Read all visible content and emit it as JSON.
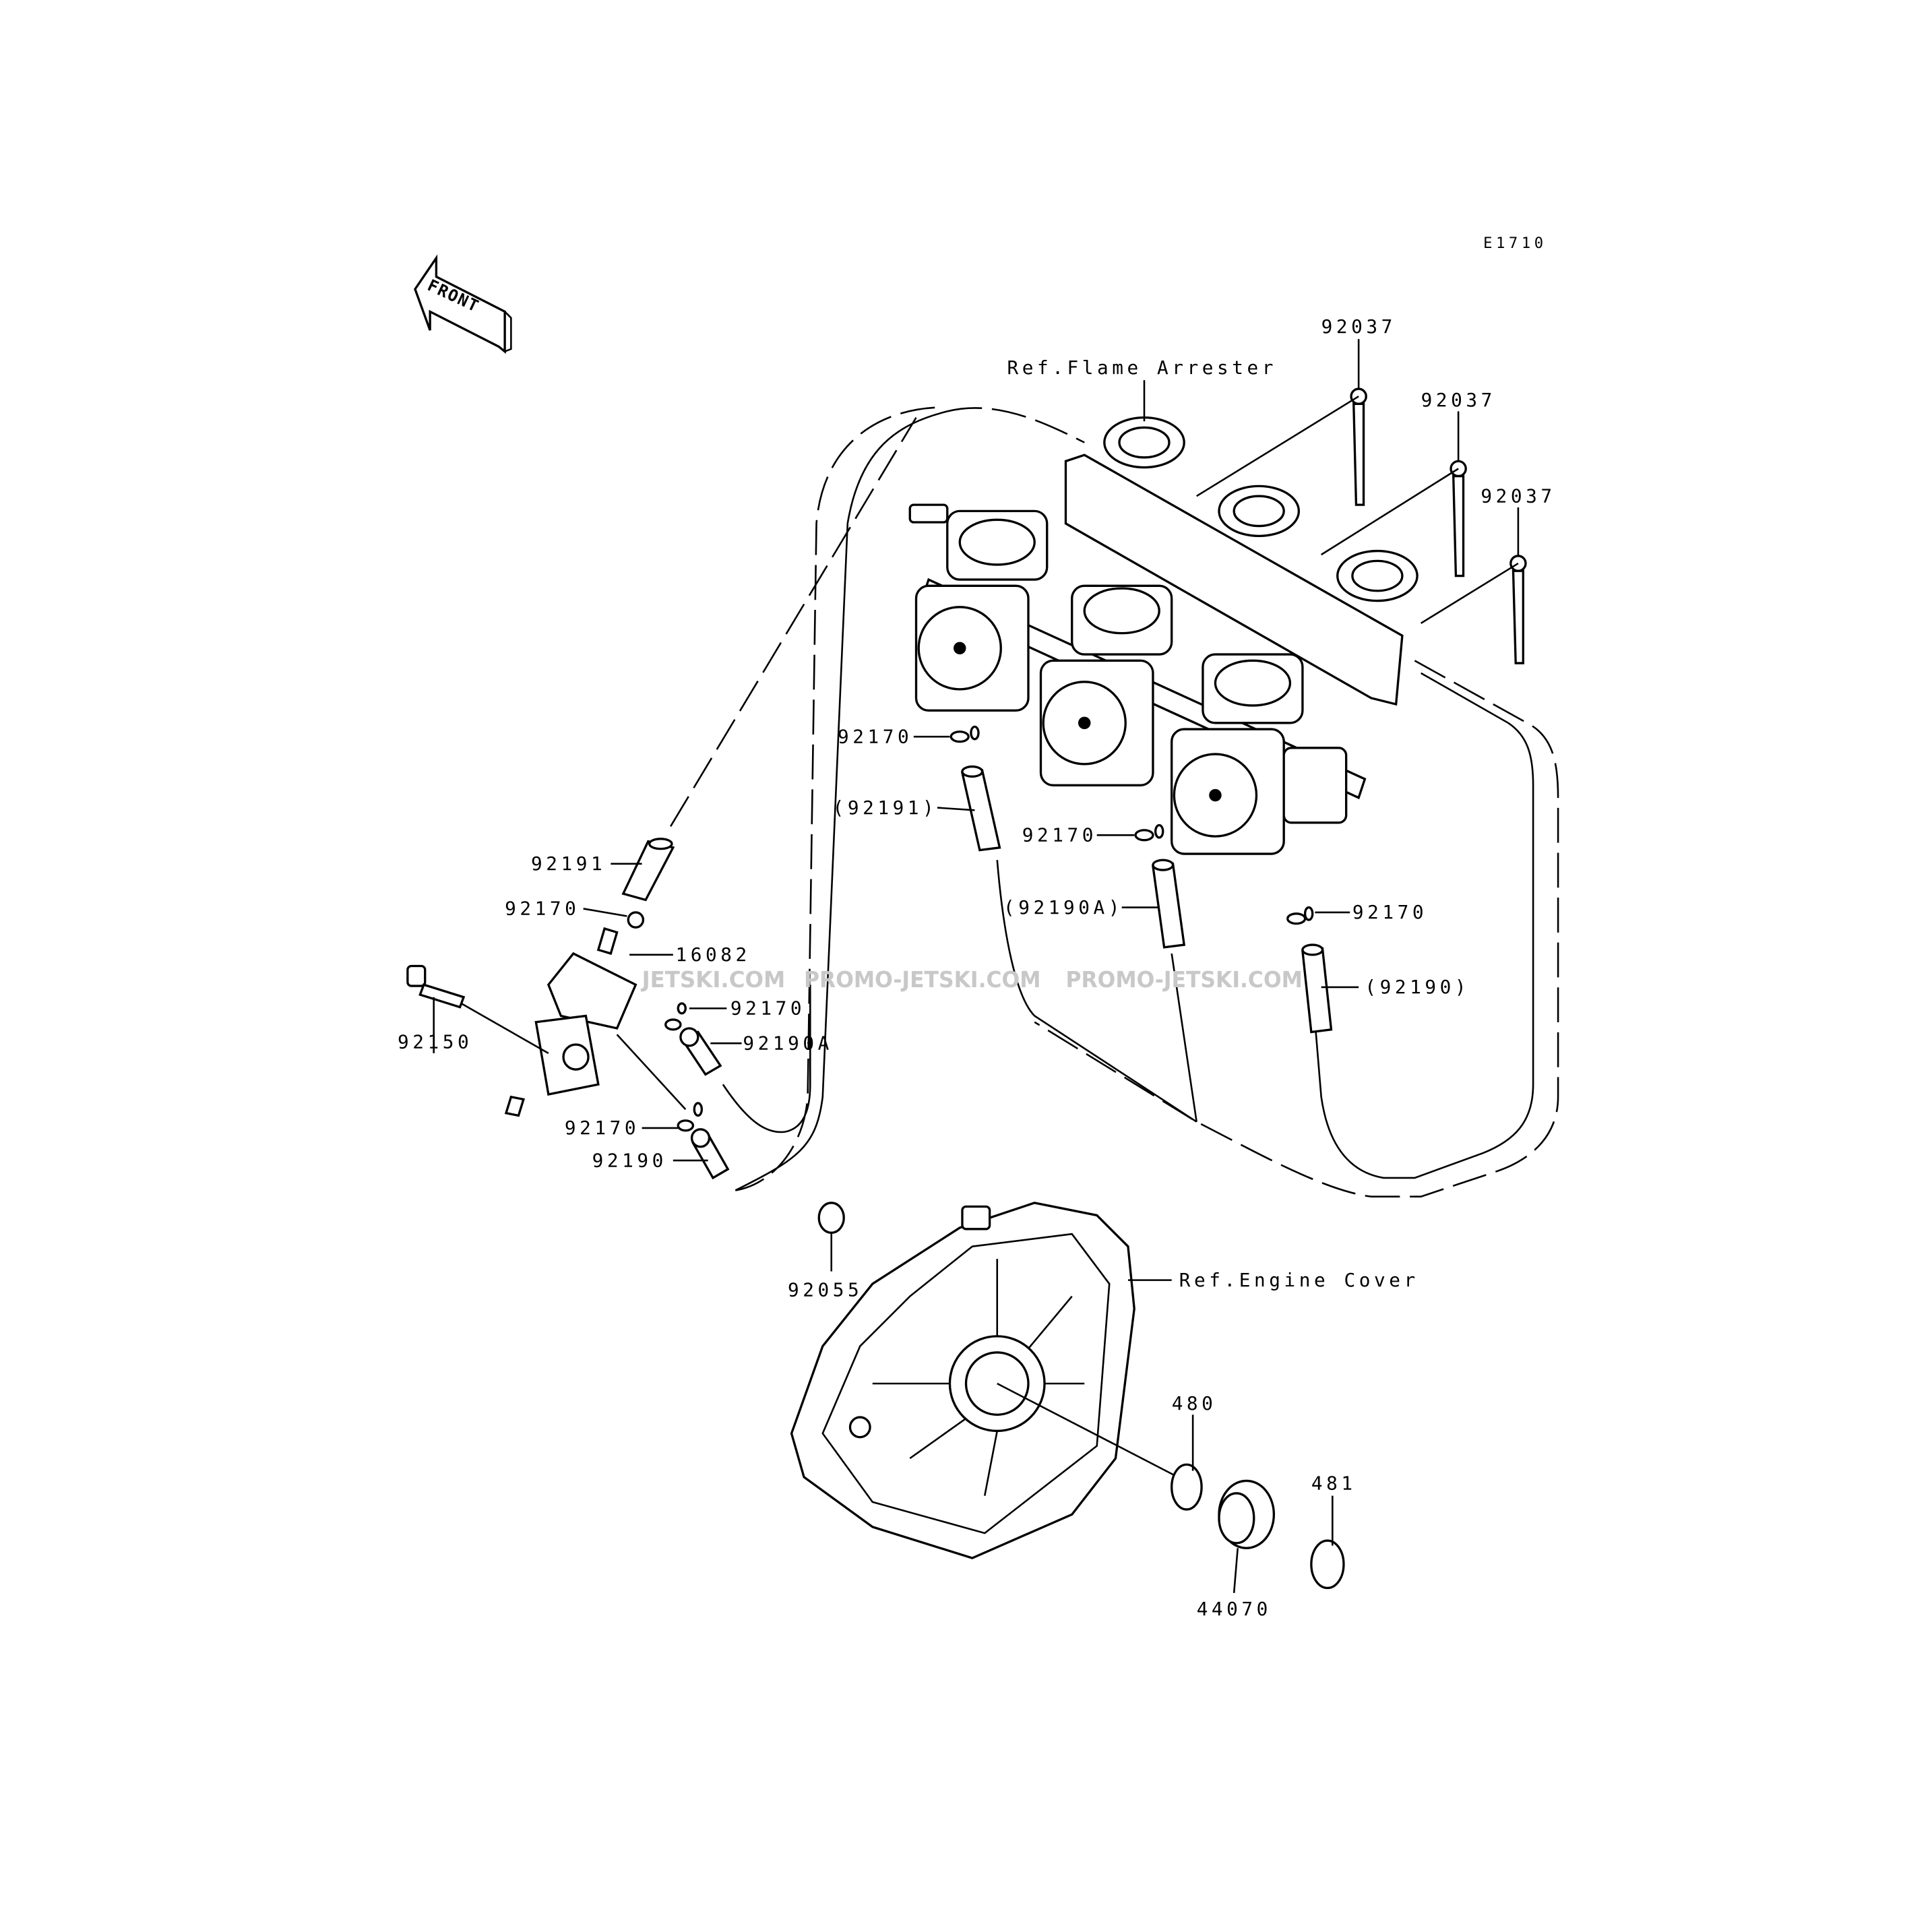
{
  "diagram": {
    "code": "E1710",
    "front_label": "FRONT",
    "ref_flame_arrester": "Ref.Flame Arrester",
    "ref_engine_cover": "Ref.Engine Cover",
    "watermark": "PROMO-JETSKI.COM",
    "watermark_partial": "JETSKI.COM"
  },
  "labels": {
    "p92037_a": "92037",
    "p92037_b": "92037",
    "p92037_c": "92037",
    "p92170_carb1": "92170",
    "p92191_ref": "(92191)",
    "p92170_carb2": "92170",
    "p92190a_ref": "(92190A)",
    "p92170_carb3": "92170",
    "p92190_ref": "(92190)",
    "p92191": "92191",
    "p92170_top": "92170",
    "p16082": "16082",
    "p92170_mid": "92170",
    "p92190a": "92190A",
    "p92150": "92150",
    "p92170_low": "92170",
    "p92190": "92190",
    "p92055": "92055",
    "p480": "480",
    "p481": "481",
    "p44070": "44070"
  }
}
